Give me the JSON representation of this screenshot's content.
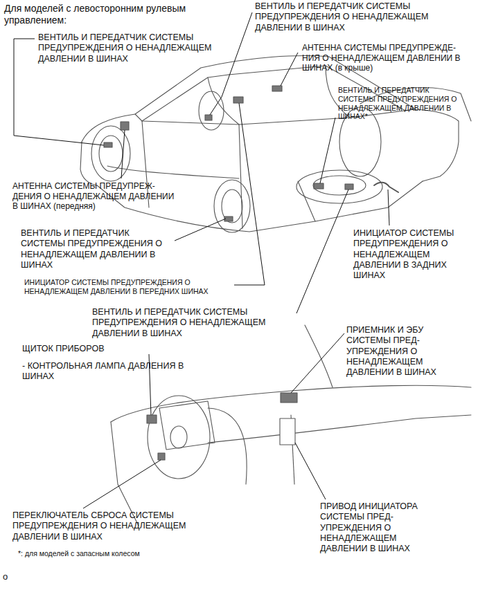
{
  "diagram": {
    "title": "Для моделей с левосторонним рулевым управлением:",
    "caption": "*: для моделей с запасным колесом",
    "labels": [
      "ВЕНТИЛЬ И ПЕРЕДАТЧИК СИСТЕМЫ ПРЕДУПРЕЖДЕНИЯ О НЕНАДЛЕЖАЩЕМ ДАВЛЕНИИ В ШИНАХ",
      "ВЕНТИЛЬ И ПЕРЕДАТЧИК СИСТЕМЫ ПРЕДУПРЕЖДЕНИЯ О НЕНАДЛЕЖАЩЕМ ДАВЛЕНИИ В ШИНАХ",
      "АНТЕННА СИСТЕМЫ ПРЕДУПРЕЖДЕ- НИЯ О НЕНАДЛЕЖАЩЕМ ДАВЛЕНИИ В ШИНАХ (в крыше)",
      "ВЕНТИЛЬ И ПЕРЕДАТЧИК СИСТЕМЫ ПРЕДУПРЕЖДЕНИЯ О НЕНАДЛЕЖАЩЕМ ДАВЛЕНИИ В ШИНАХ*",
      "АНТЕННА СИСТЕМЫ ПРЕДУПРЕЖ- ДЕНИЯ О НЕНАДЛЕЖАЩЕМ ДАВЛЕНИИ В ШИНАХ (передняя)",
      "ВЕНТИЛЬ И ПЕРЕДАТЧИК СИСТЕМЫ ПРЕДУПРЕЖДЕНИЯ О НЕНАДЛЕЖАЩЕМ ДАВЛЕНИИ В ШИНАХ",
      "ИНИЦИАТОР СИСТЕМЫ ПРЕДУПРЕЖДЕНИЯ О НЕНАДЛЕЖАЩЕМ ДАВЛЕНИИ В ЗАДНИХ ШИНАХ",
      "ИНИЦИАТОР СИСТЕМЫ ПРЕДУПРЕЖДЕНИЯ О НЕНАДЛЕЖАЩЕМ ДАВЛЕНИИ В ПЕРЕДНИХ ШИНАХ",
      "ВЕНТИЛЬ И ПЕРЕДАТЧИК СИСТЕМЫ ПРЕДУПРЕЖДЕНИЯ О НЕНАДЛЕЖАЩЕМ ДАВЛЕНИИ В ШИНАХ",
      "ЩИТОК ПРИБОРОВ",
      "- КОНТРОЛЬНАЯ ЛАМПА ДАВЛЕНИЯ В ШИНАХ",
      "ПРИЕМНИК И ЭБУ СИСТЕМЫ ПРЕД- УПРЕЖДЕНИЯ О НЕНАДЛЕЖАЩЕМ ДАВЛЕНИИ В ШИНАХ",
      "ПЕРЕКЛЮЧАТЕЛЬ СБРОСА СИСТЕМЫ ПРЕДУПРЕЖДЕНИЯ О НЕНАДЛЕЖАЩЕМ ДАВЛЕНИИ В ШИНАХ",
      "ПРИВОД ИНИЦИАТОРА СИСТЕМЫ ПРЕД- УПРЕЖДЕНИЯ О НЕНАДЛЕЖАЩЕМ ДАВЛЕНИИ В ШИНАХ",
      "o"
    ]
  }
}
